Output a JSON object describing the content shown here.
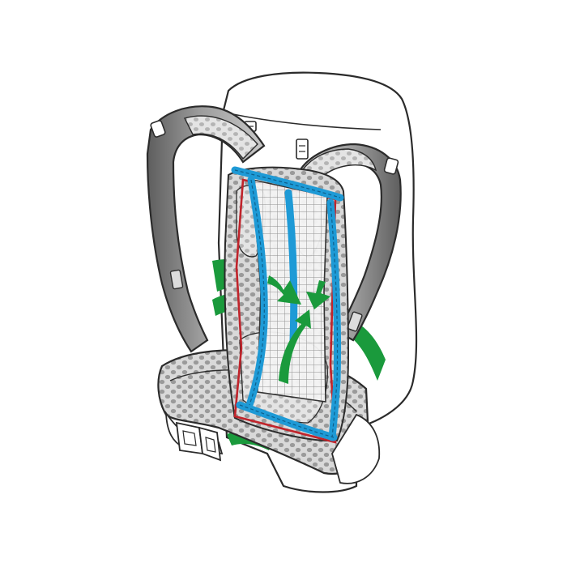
{
  "diagram": {
    "subject": "backpack-back-ventilation-system",
    "colors": {
      "outline": "#2b2b2b",
      "pack_body": "#ffffff",
      "padding_dark": "#9a9a9a",
      "padding_light": "#d9d9d9",
      "strap_dark": "#6a6a6a",
      "strap_mid": "#a9a9a9",
      "mesh": "#e6e6e6",
      "frame_blue": "#1e9ad6",
      "frame_red": "#c0242b",
      "airflow_green": "#1a9a3c"
    },
    "components": [
      "pack-body",
      "shoulder-strap-left",
      "shoulder-strap-right",
      "back-mesh-panel",
      "tension-frame",
      "hip-belt",
      "hip-buckle",
      "airflow-arrows"
    ]
  }
}
